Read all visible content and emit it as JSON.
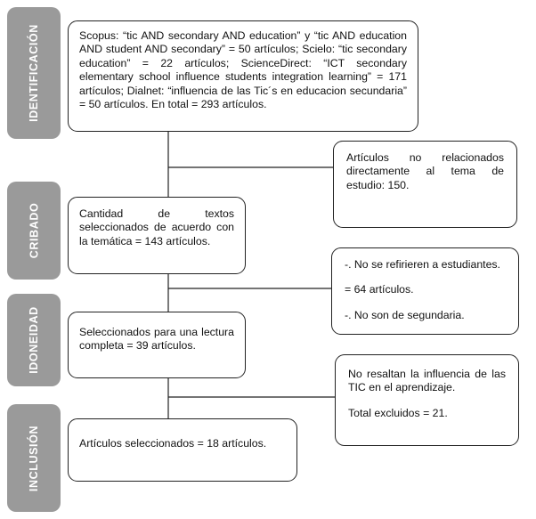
{
  "stages": {
    "identificacion": "IDENTIFICACIÓN",
    "cribado": "CRIBADO",
    "idoneidad": "IDONEIDAD",
    "inclusion": "INCLUSIÓN"
  },
  "boxes": {
    "identification": "Scopus: “tic AND secondary AND education” y “tic AND education AND student AND secondary” = 50 artículos; Scielo: “tic secondary education” = 22 artículos; ScienceDirect: “ICT secondary elementary school influence students integration learning” = 171 artículos; Dialnet: “influencia de las Tic´s en educacion secundaria” = 50 artículos. En total = 293 artículos.",
    "excluded_unrelated": "Artículos no relacionados directamente al tema de estudio: 150.",
    "screening": "Cantidad de textos seleccionados de acuerdo con la temática = 143 artículos.",
    "excluded_reasons": {
      "line1": "-. No se refirieren a estudiantes.",
      "line2": "= 64 artículos.",
      "line3": "-. No son de segundaria."
    },
    "eligibility": "Seleccionados para una lectura completa = 39 artículos.",
    "excluded_ict": {
      "line1": "No resaltan la influencia de las TIC en el aprendizaje.",
      "line2": "Total excluidos = 21."
    },
    "included": "Artículos seleccionados = 18 artículos."
  }
}
